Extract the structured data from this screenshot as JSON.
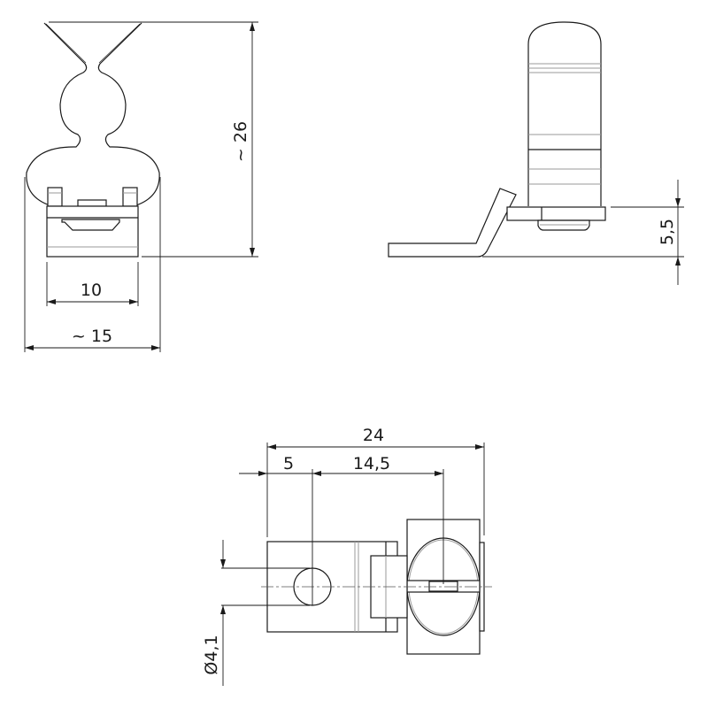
{
  "drawing": {
    "front_view": {
      "height_label": "~ 26",
      "base_width_label": "10",
      "overall_width_label": "~ 15"
    },
    "side_view": {
      "height_label": "5,5"
    },
    "bottom_view": {
      "overall_length_label": "24",
      "hole_offset_label": "5",
      "center_distance_label": "14,5",
      "hole_diameter_label": "Ø4,1"
    }
  }
}
